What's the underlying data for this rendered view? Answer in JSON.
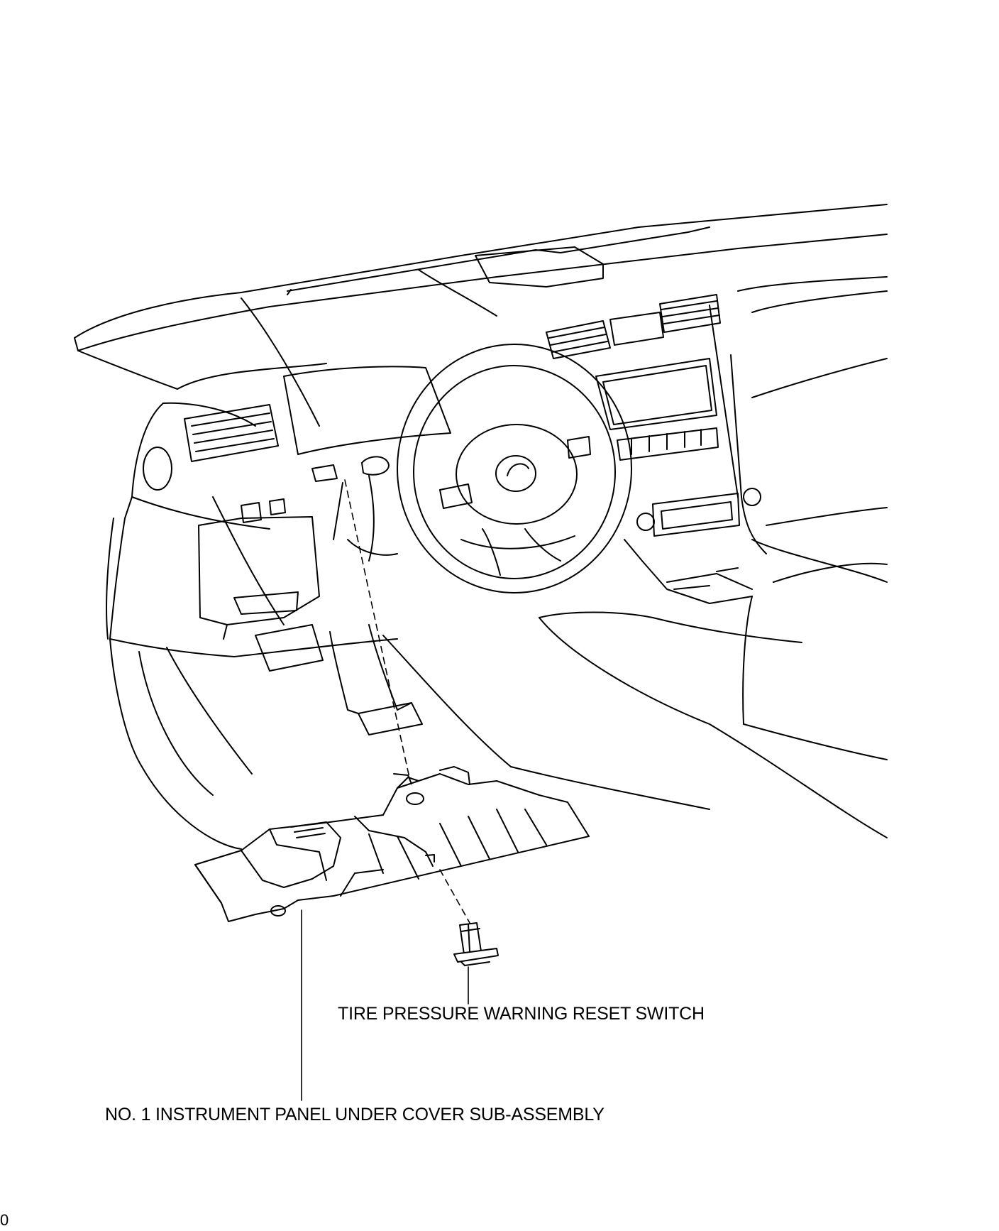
{
  "labels": {
    "switch": "TIRE PRESSURE WARNING RESET SWITCH",
    "cover": "NO. 1 INSTRUMENT PANEL UNDER COVER SUB-ASSEMBLY"
  },
  "figure_code": "0"
}
